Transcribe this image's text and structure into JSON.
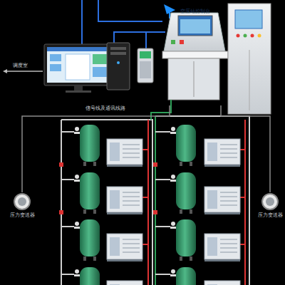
{
  "diagram": {
    "nodes": [
      {
        "text": [
          "空压站控制台"
        ]
      },
      {
        "text": [
          "压力变送器"
        ]
      },
      {
        "text": [
          "压力变送器"
        ]
      }
    ],
    "edges": [
      {
        "from": 1,
        "to": 0,
        "arrow": "none"
      },
      {
        "from": 2,
        "to": 0,
        "arrow": "none"
      }
    ],
    "labels": [
      "调度室",
      "信号线及通讯线路"
    ]
  }
}
